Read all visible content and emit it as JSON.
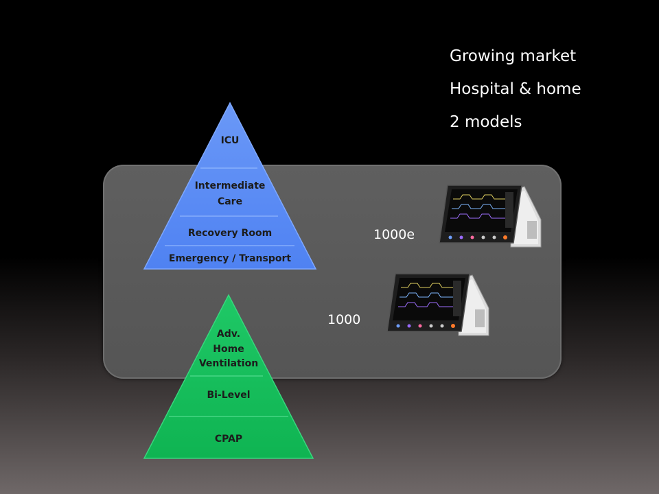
{
  "bullets": [
    "Growing market",
    "Hospital & home",
    "2 models"
  ],
  "hospital_pyramid": {
    "color": "#5b8cf5",
    "levels": [
      "ICU",
      "Intermediate",
      "Care",
      "Recovery Room",
      "Emergency / Transport"
    ]
  },
  "home_pyramid": {
    "color": "#17c05e",
    "levels": [
      "Adv.",
      "Home",
      "Ventilation",
      "Bi-Level",
      "CPAP"
    ]
  },
  "devices": [
    {
      "label": "1000e",
      "icon": "ventilator-device-icon"
    },
    {
      "label": "1000",
      "icon": "ventilator-device-icon"
    }
  ]
}
